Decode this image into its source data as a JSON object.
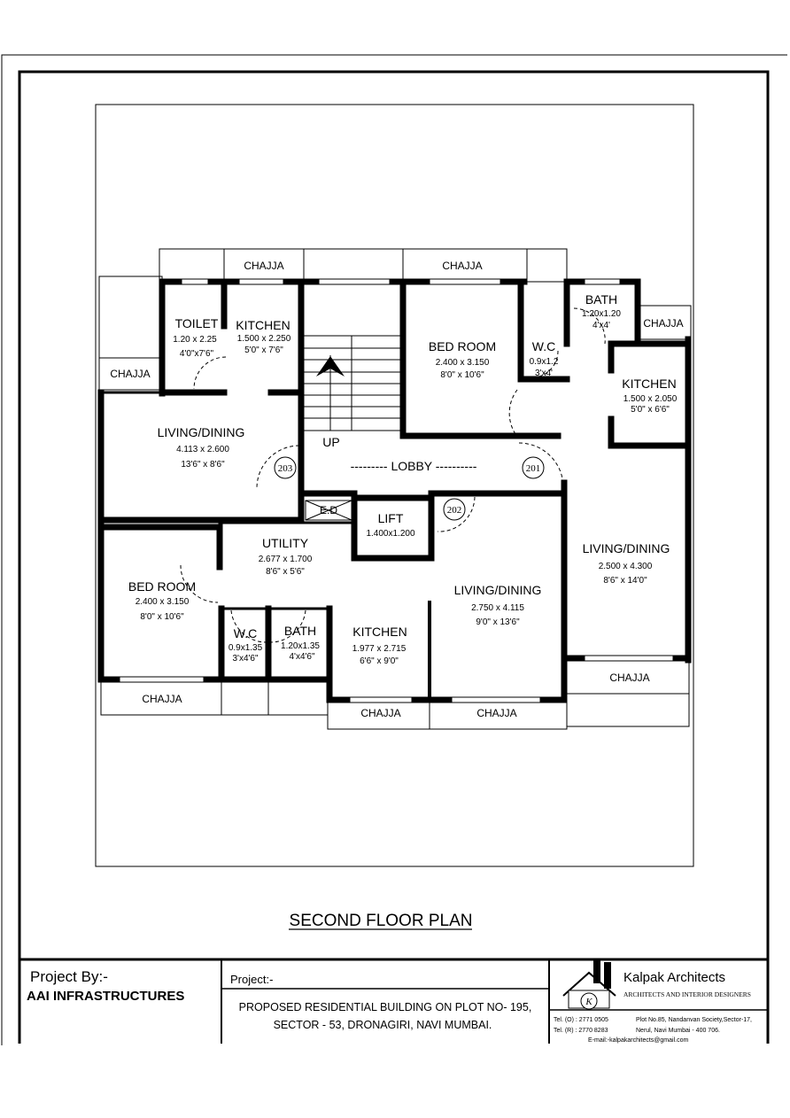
{
  "drawing_title": "SECOND FLOOR PLAN",
  "rooms": {
    "toilet": {
      "name": "TOILET",
      "metric": "1.20 x 2.25",
      "imperial": "4'0\"x7'6\""
    },
    "kitchen_203": {
      "name": "KITCHEN",
      "metric": "1.500 x 2.250",
      "imperial": "5'0\" x 7'6\""
    },
    "living_203": {
      "name": "LIVING/DINING",
      "metric": "4.113 x 2.600",
      "imperial": "13'6\" x 8'6\""
    },
    "bedroom_201": {
      "name": "BED ROOM",
      "metric": "2.400 x 3.150",
      "imperial": "8'0\" x 10'6\""
    },
    "wc_201": {
      "name": "W.C",
      "metric": "0.9x1.2",
      "imperial": "3'x4'"
    },
    "bath_201": {
      "name": "BATH",
      "metric": "1.20x1.20",
      "imperial": "4'x4'"
    },
    "kitchen_201": {
      "name": "KITCHEN",
      "metric": "1.500 x 2.050",
      "imperial": "5'0\" x 6'6\""
    },
    "living_201": {
      "name": "LIVING/DINING",
      "metric": "2.500 x 4.300",
      "imperial": "8'6\" x 14'0\""
    },
    "lift": {
      "name": "LIFT",
      "metric": "1.400x1.200"
    },
    "ed": {
      "name": "E.D"
    },
    "stairs": {
      "name": "UP"
    },
    "lobby": {
      "name": "--------- LOBBY ----------"
    },
    "utility": {
      "name": "UTILITY",
      "metric": "2.677 x 1.700",
      "imperial": "8'6\" x 5'6\""
    },
    "bedroom_202": {
      "name": "BED ROOM",
      "metric": "2.400 x 3.150",
      "imperial": "8'0\" x 10'6\""
    },
    "wc_202": {
      "name": "W.C",
      "metric": "0.9x1.35",
      "imperial": "3'x4'6\""
    },
    "bath_202": {
      "name": "BATH",
      "metric": "1.20x1.35",
      "imperial": "4'x4'6\""
    },
    "kitchen_202": {
      "name": "KITCHEN",
      "metric": "1.977 x 2.715",
      "imperial": "6'6\" x 9'0\""
    },
    "living_202": {
      "name": "LIVING/DINING",
      "metric": "2.750 x 4.115",
      "imperial": "9'0\" x 13'6\""
    }
  },
  "chajja_label": "CHAJJA",
  "flats": [
    "201",
    "202",
    "203"
  ],
  "title_block": {
    "project_by_label": "Project By:-",
    "client": "AAI INFRASTRUCTURES",
    "project_label": "Project:-",
    "project_line1": "PROPOSED  RESIDENTIAL BUILDING  ON  PLOT NO- 195,",
    "project_line2": "SECTOR - 53, DRONAGIRI, NAVI  MUMBAI.",
    "firm": "Kalpak  Architects",
    "firm_tagline": "ARCHITECTS  AND  INTERIOR DESIGNERS",
    "logo_letter": "K",
    "tel_office": "Tel. (O) : 2771 0505",
    "tel_res": "Tel. (R) : 2770 8283",
    "address1": "Plot No.85, Nandanvan Society,Sector-17,",
    "address2": "Nerul, Navi Mumbai - 400 706.",
    "email": "E-mail:-kalpakarchitects@gmail.com"
  }
}
